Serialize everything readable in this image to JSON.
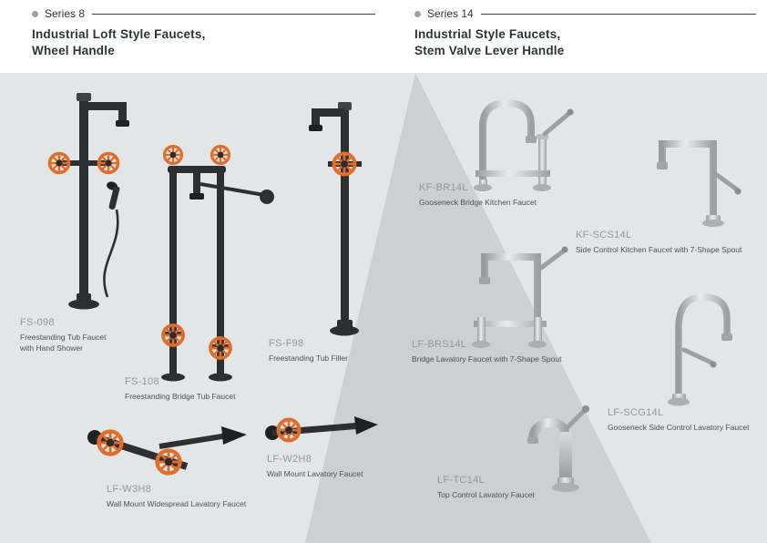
{
  "header": {
    "series8": {
      "label": "Series 8",
      "title1": "Industrial Loft Style Faucets,",
      "title2": "Wheel Handle"
    },
    "series14": {
      "label": "Series 14",
      "title1": "Industrial Style Faucets,",
      "title2": "Stem Valve Lever Handle"
    }
  },
  "products": {
    "fs098": {
      "code": "FS-098",
      "desc1": "Freestanding Tub Faucet",
      "desc2": "with Hand Shower"
    },
    "fs108": {
      "code": "FS-108",
      "desc1": "Freestanding Bridge Tub Faucet"
    },
    "fsf98": {
      "code": "FS-F98",
      "desc1": "Freestanding Tub Filler"
    },
    "lfw3h8": {
      "code": "LF-W3H8",
      "desc1": "Wall Mount Widespread Lavatory Faucet"
    },
    "lfw2h8": {
      "code": "LF-W2H8",
      "desc1": "Wall Mount Lavatory Faucet"
    },
    "kfbr14l": {
      "code": "KF-BR14L",
      "desc1": "Gooseneck Bridge Kitchen Faucet"
    },
    "kfscs14l": {
      "code": "KF-SCS14L",
      "desc1": "Side Control Kitchen Faucet with 7-Shape Spout"
    },
    "lfbrs14l": {
      "code": "LF-BRS14L",
      "desc1": "Bridge Lavatory Faucet with 7-Shape Spout"
    },
    "lfscg14l": {
      "code": "LF-SCG14L",
      "desc1": "Gooseneck Side Control Lavatory Faucet"
    },
    "lftc14l": {
      "code": "LF-TC14L",
      "desc1": "Top Control Lavatory Faucet"
    }
  },
  "colors": {
    "canvas_bg": "#e3e6e7",
    "diagonal_band": "#cbd1d3",
    "wheel_orange": "#e06e2b",
    "black_faucet": "#2e2f31",
    "chrome_light": "#e9ecee",
    "chrome_dark": "#969da1",
    "code_text": "#8f999b",
    "desc_text": "#4c5253",
    "header_text": "#2e3536"
  }
}
